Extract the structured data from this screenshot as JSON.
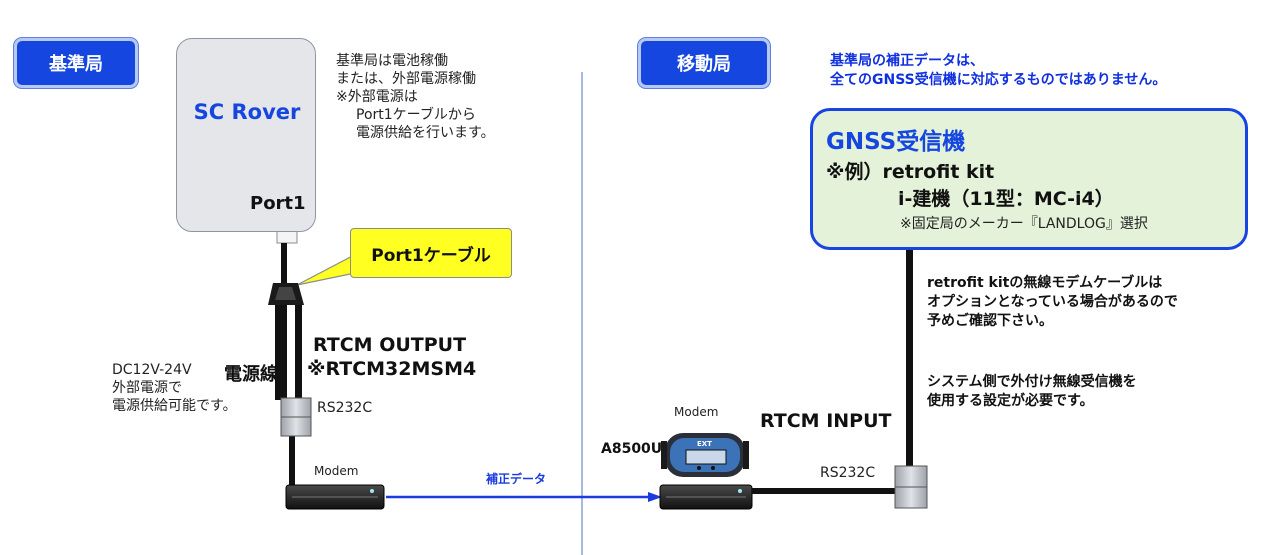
{
  "base_station": {
    "tag_label": "基準局",
    "rover_name": "SC Rover",
    "rover_port": "Port1",
    "power_notes": [
      "基準局は電池稼働",
      "または、外部電源稼働",
      "※外部電源は",
      "Port1ケーブルから",
      "電源供給を行います。"
    ],
    "cable_callout": "Port1ケーブル",
    "power_line_label": "電源線",
    "dc_notes": [
      "DC12V-24V",
      "外部電源で",
      "電源供給可能です。"
    ],
    "output_title": "RTCM OUTPUT",
    "output_format": "※RTCM32MSM4",
    "serial_label": "RS232C",
    "modem_label": "Modem"
  },
  "link": {
    "label": "補正データ"
  },
  "mobile_station": {
    "tag_label": "移動局",
    "warning_lines": [
      "基準局の補正データは、",
      "全てのGNSS受信機に対応するものではありません。"
    ],
    "receiver_title": "GNSS受信機",
    "example_line1": "※例）retrofit kit",
    "example_line2": "i-建機（11型：MC-i4）",
    "example_line3": "※固定局のメーカー『LANDLOG』選択",
    "cable_notes": [
      "retrofit kitの無線モデムケーブルは",
      "オプションとなっている場合があるので",
      "予めご確認下さい。"
    ],
    "system_notes": [
      "システム側で外付け無線受信機を",
      "使用する設定が必要です。"
    ],
    "modem_label": "Modem",
    "modem_model": "A8500U",
    "modem_brand": "EXT",
    "input_title": "RTCM INPUT",
    "serial_label": "RS232C"
  },
  "colors": {
    "accent_blue": "#1646e0",
    "callout_yellow": "#ffff22",
    "gnss_fill": "#e4f2da",
    "cable_black": "#111111"
  }
}
